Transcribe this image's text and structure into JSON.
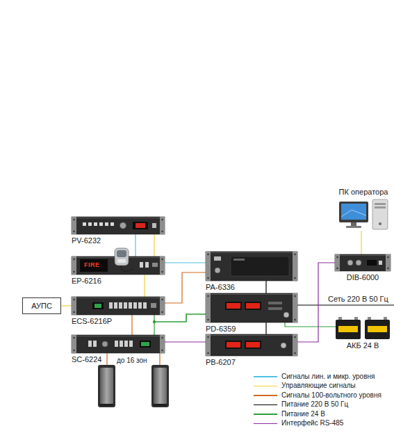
{
  "diagram": {
    "nodes": [
      {
        "text": [
          "ПК оператора"
        ]
      },
      {
        "text": [
          "PV-6232"
        ]
      },
      {
        "text": [
          "PA-6336"
        ]
      },
      {
        "text": [
          "DIB-6000"
        ]
      },
      {
        "text": [
          "EP-6216"
        ]
      },
      {
        "text": [
          "АУПС"
        ]
      },
      {
        "text": [
          "ECS-6216P"
        ]
      },
      {
        "text": [
          "PD-6359"
        ]
      },
      {
        "text": [
          "АКБ 24 В"
        ]
      },
      {
        "text": [
          "SC-6224"
        ]
      },
      {
        "text": [
          "PB-6207"
        ]
      }
    ],
    "edges": [
      {
        "from": 0,
        "to": 3,
        "arrow": "none"
      },
      {
        "from": 1,
        "to": 4,
        "arrow": "none"
      },
      {
        "from": 4,
        "to": 2,
        "arrow": "none"
      },
      {
        "from": 1,
        "to": 4,
        "arrow": "none"
      },
      {
        "from": 4,
        "to": 6,
        "arrow": "none"
      },
      {
        "from": 5,
        "to": 6,
        "arrow": "none"
      },
      {
        "from": 2,
        "to": 6,
        "arrow": "none"
      },
      {
        "from": 6,
        "to": 9,
        "arrow": "none"
      },
      {
        "from": 7,
        "to": 6,
        "arrow": "none"
      },
      {
        "from": 7,
        "to": 9,
        "arrow": "none"
      },
      {
        "from": 2,
        "to": 7,
        "arrow": "none"
      },
      {
        "from": 7,
        "to": 10,
        "arrow": "none"
      },
      {
        "from": 7,
        "to": 8,
        "arrow": "none"
      },
      {
        "from": 3,
        "to": 10,
        "arrow": "none"
      },
      {
        "from": 10,
        "to": 9,
        "arrow": "none"
      }
    ],
    "labels": [
      "FIRE",
      "Сеть 220 В 50 Гц",
      "до 16 зон"
    ],
    "legend": [
      {
        "text": "Сигналы лин. и микр. уровня",
        "color": "#4fc1e9"
      },
      {
        "text": "Управляющие сигналы",
        "color": "#f2cf3a"
      },
      {
        "text": "Сигналы 100-вольтного уровня",
        "color": "#d2691e"
      },
      {
        "text": "Питание 220 В 50 Гц",
        "color": "#000000"
      },
      {
        "text": "Питание 24 В",
        "color": "#2e9e3a"
      },
      {
        "text": "Интерфейс RS-485",
        "color": "#8e2a9e"
      }
    ]
  }
}
